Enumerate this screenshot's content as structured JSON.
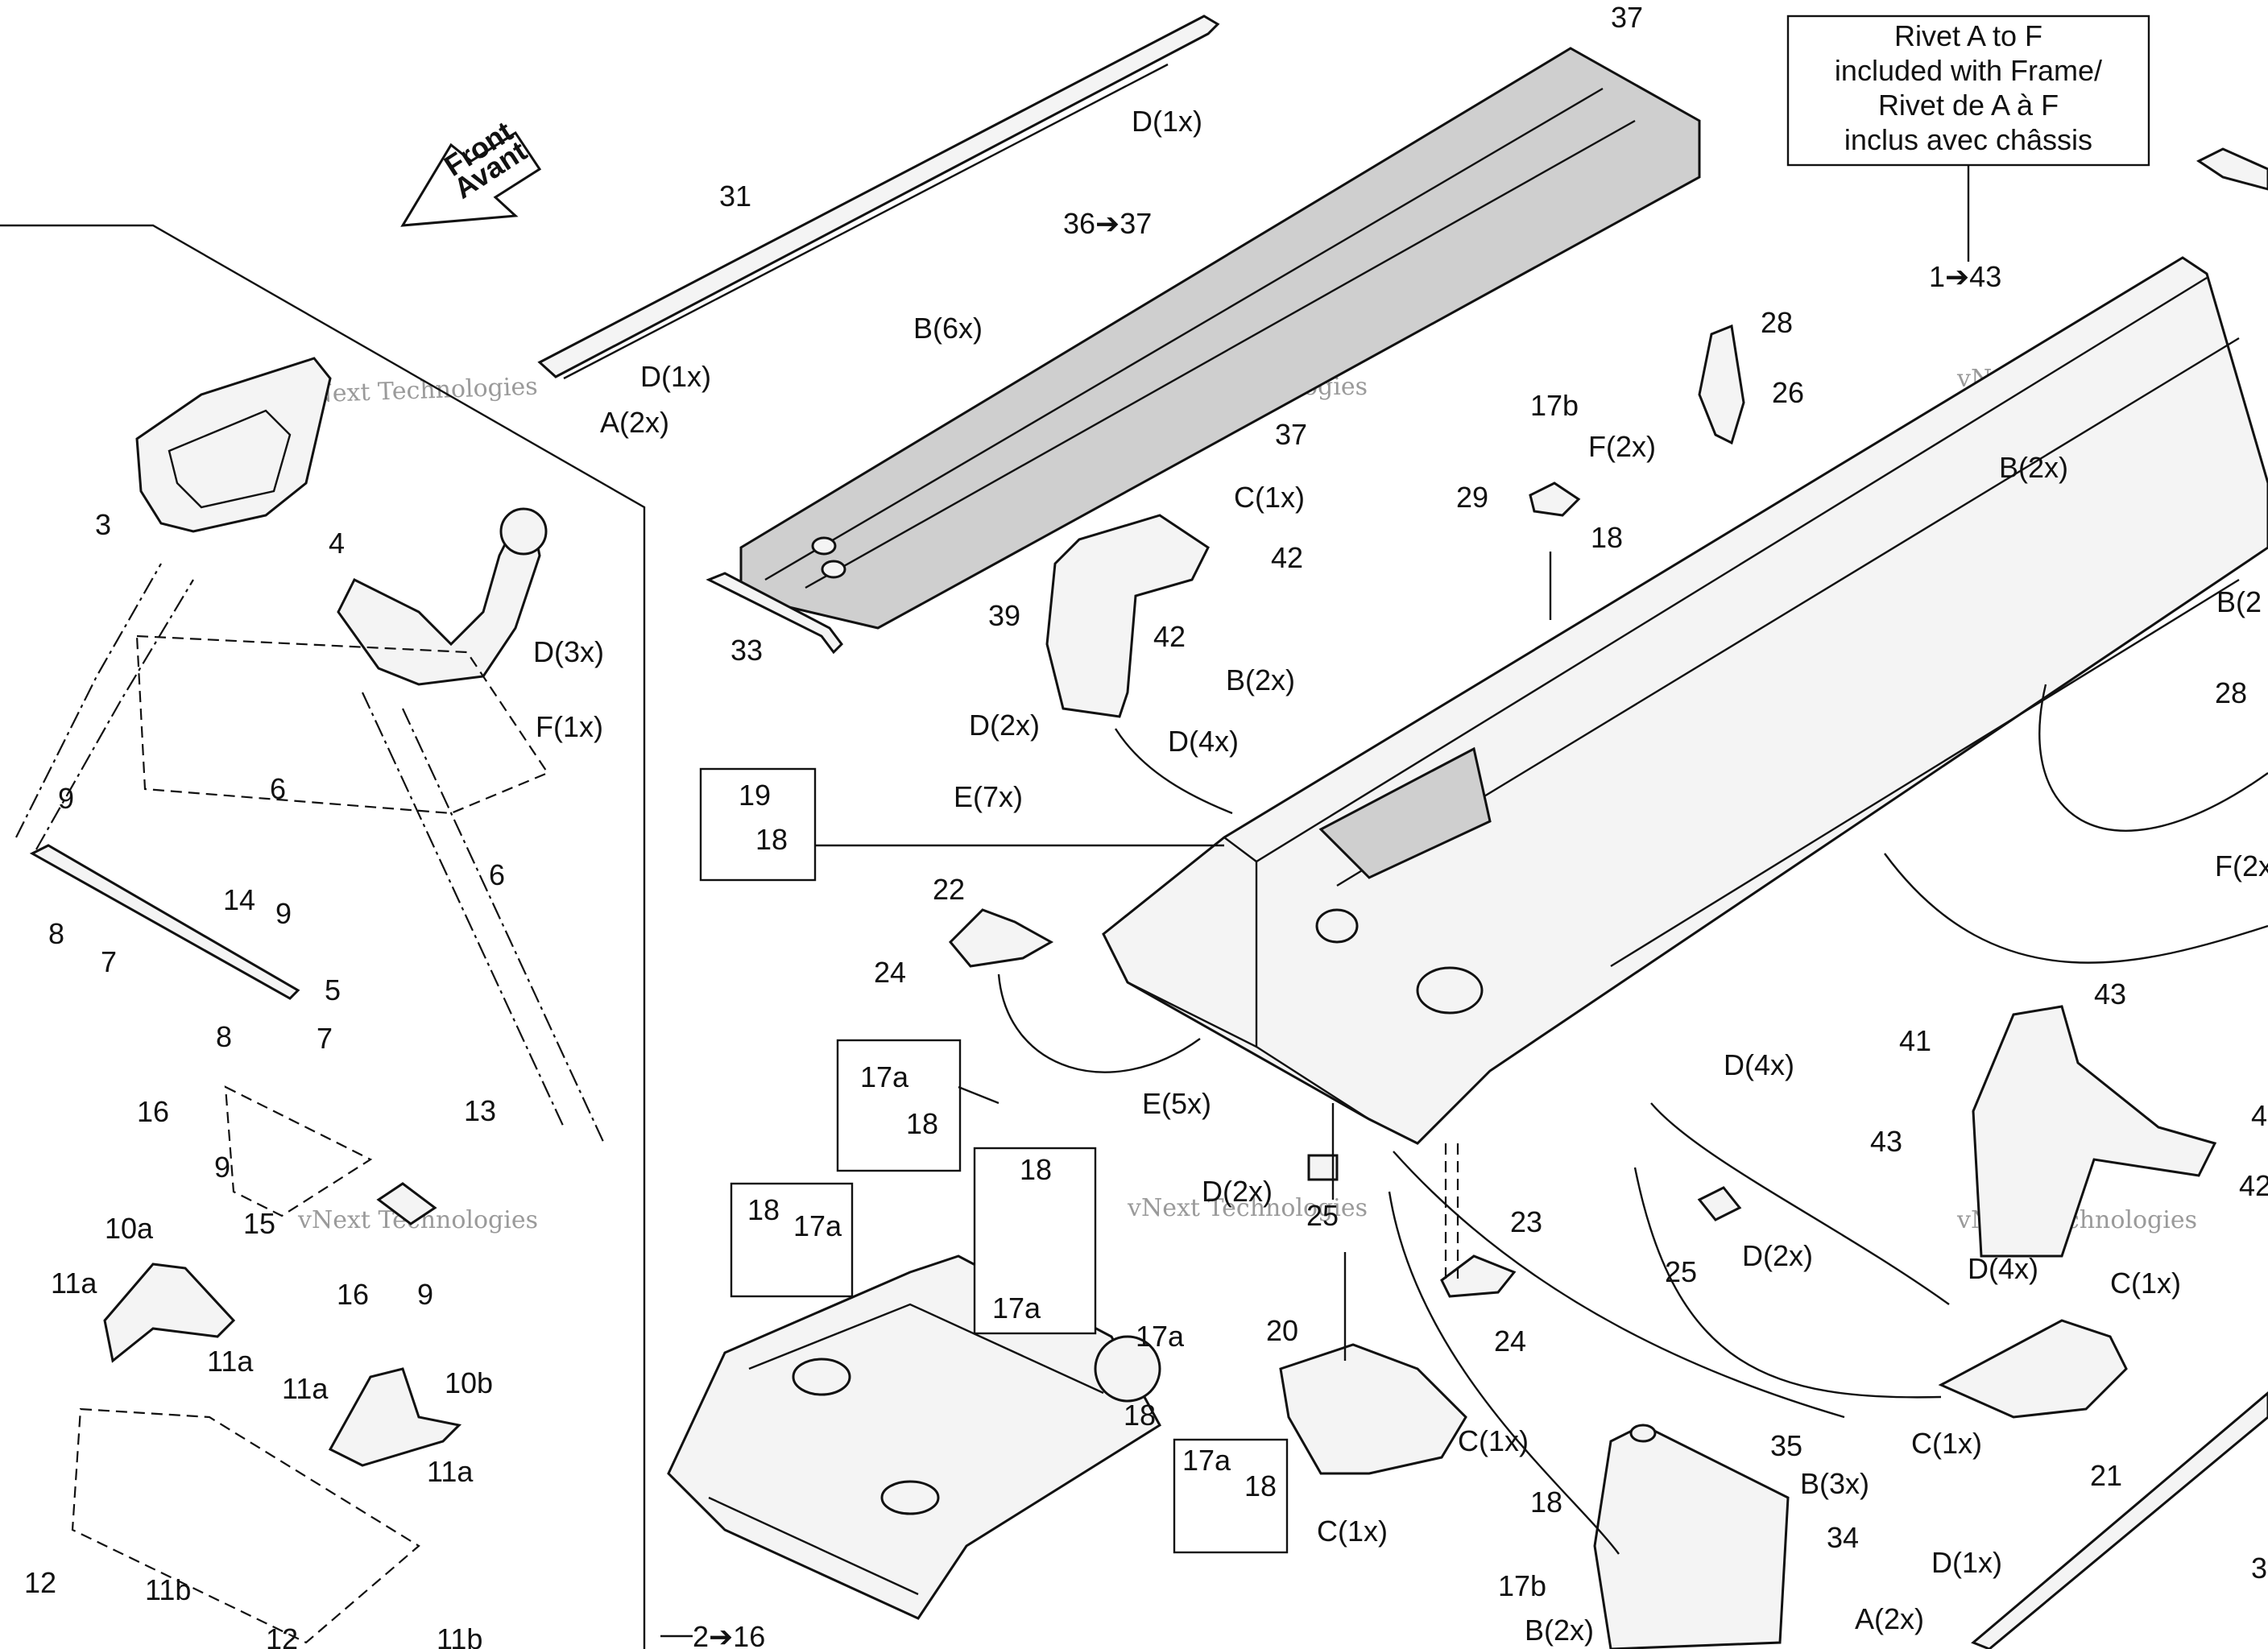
{
  "note": {
    "lines": [
      "Rivet A to F",
      "included with Frame/",
      "Rivet de A à F",
      "inclus avec châssis"
    ]
  },
  "front_arrow": {
    "line1": "Front",
    "line2": "Avant"
  },
  "watermarks": {
    "brand": "vNext",
    "word": "Technologies",
    "full": "vNext Technologies"
  },
  "callouts": {
    "c37a": "37",
    "c31": "31",
    "c36": "36➔37",
    "cD1a": "D(1x)",
    "cB6": "B(6x)",
    "cD1b": "D(1x)",
    "cA2a": "A(2x)",
    "c37b": "37",
    "c33": "33",
    "c3": "3",
    "c4": "4",
    "cD3": "D(3x)",
    "cF1": "F(1x)",
    "c6a": "6",
    "c6b": "6",
    "c9a": "9",
    "c8a": "8",
    "c7a": "7",
    "c14": "14",
    "c9b": "9",
    "c5": "5",
    "c8b": "8",
    "c7b": "7",
    "c16a": "16",
    "c9c": "9",
    "c13": "13",
    "c15": "15",
    "c16b": "16",
    "c9d": "9",
    "c10a": "10a",
    "c11aa": "11a",
    "c11ab": "11a",
    "c11ac": "11a",
    "c10b": "10b",
    "c11ad": "11a",
    "c12a": "12",
    "c11ba": "11b",
    "c12b": "12",
    "c11bb": "11b",
    "cC1a": "C(1x)",
    "c42a": "42",
    "c39": "39",
    "c42b": "42",
    "cD2a": "D(2x)",
    "cD4a": "D(4x)",
    "cB2a": "B(2x)",
    "cE7": "E(7x)",
    "c19": "19",
    "c18a": "18",
    "c22": "22",
    "c24a": "24",
    "cE5": "E(5x)",
    "c17aa": "17a",
    "c18b": "18",
    "c18c": "18",
    "c17ab": "17a",
    "c18d": "18",
    "c17ac": "17a",
    "c17ad": "17a",
    "c18e": "18",
    "c17ae": "17a",
    "c18f": "18",
    "c2": "2➔16",
    "cD2b": "D(2x)",
    "c25a": "25",
    "c20": "20",
    "cC1b": "C(1x)",
    "cC1c": "C(1x)",
    "c23": "23",
    "c24b": "24",
    "c28": "28",
    "c26": "26",
    "c17b": "17b",
    "cF2": "F(2x)",
    "c29": "29",
    "c18g": "18",
    "c1": "1➔43",
    "cB2b": "B(2x)",
    "cB2c": "B(2",
    "c28b": "28",
    "cF2b": "F(2x",
    "cD4b": "D(4x)",
    "c43a": "43",
    "c41": "41",
    "c43b": "43",
    "c4b": "4",
    "c42c": "42",
    "cD4c": "D(4x)",
    "c25b": "25",
    "cD2c": "D(2x)",
    "cC1d": "C(1x)",
    "cC1e": "C(1x)",
    "c21": "21",
    "c35": "35",
    "cB3": "B(3x)",
    "c18h": "18",
    "c34": "34",
    "c17bb": "17b",
    "cB2d": "B(2x)",
    "cD1c": "D(1x)",
    "cA2b": "A(2x)",
    "c3b": "3"
  }
}
